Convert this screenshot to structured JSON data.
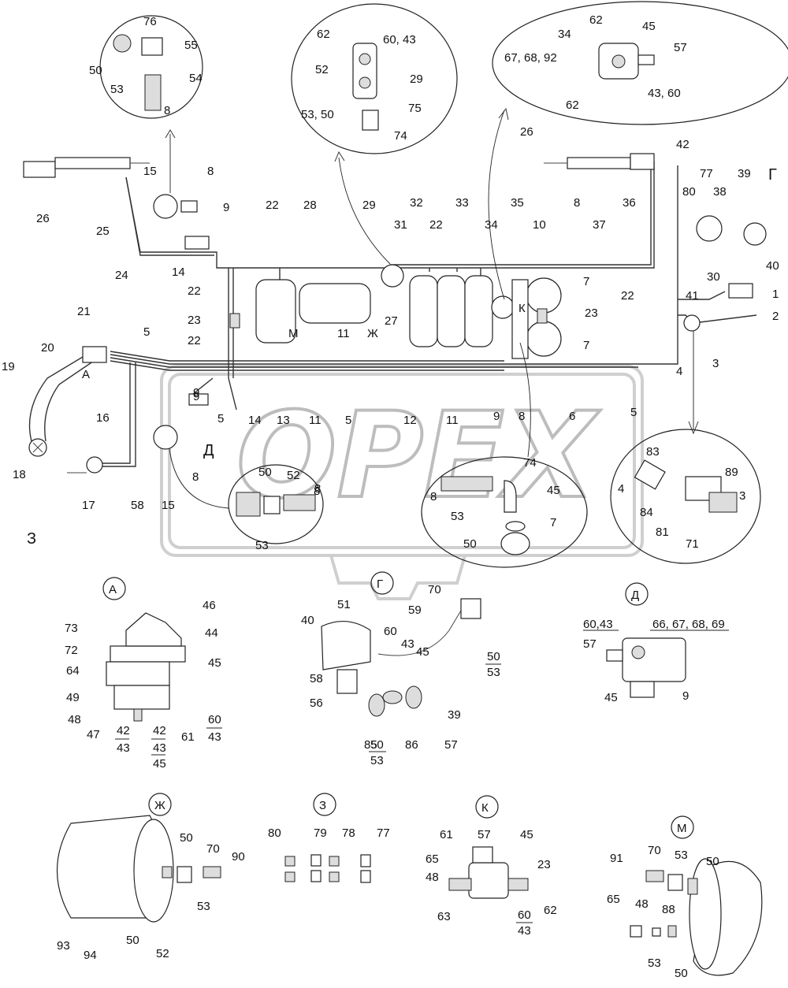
{
  "watermark": "OPEX",
  "callout_letters": [
    "А",
    "Г",
    "Д",
    "Ж",
    "З",
    "К",
    "М"
  ],
  "main_labels": [
    {
      "t": "26"
    },
    {
      "t": "15"
    },
    {
      "t": "8"
    },
    {
      "t": "9"
    },
    {
      "t": "25"
    },
    {
      "t": "24"
    },
    {
      "t": "14"
    },
    {
      "t": "22"
    },
    {
      "t": "28"
    },
    {
      "t": "29"
    },
    {
      "t": "31"
    },
    {
      "t": "32"
    },
    {
      "t": "22"
    },
    {
      "t": "33"
    },
    {
      "t": "35"
    },
    {
      "t": "34"
    },
    {
      "t": "10"
    },
    {
      "t": "8"
    },
    {
      "t": "26"
    },
    {
      "t": "42"
    },
    {
      "t": "77"
    },
    {
      "t": "38"
    },
    {
      "t": "39"
    },
    {
      "t": "Г"
    },
    {
      "t": "80"
    },
    {
      "t": "36"
    },
    {
      "t": "37"
    },
    {
      "t": "22"
    },
    {
      "t": "30"
    },
    {
      "t": "41"
    },
    {
      "t": "40"
    },
    {
      "t": "1"
    },
    {
      "t": "2"
    },
    {
      "t": "3"
    },
    {
      "t": "4"
    },
    {
      "t": "21"
    },
    {
      "t": "20"
    },
    {
      "t": "А"
    },
    {
      "t": "19"
    },
    {
      "t": "18"
    },
    {
      "t": "З"
    },
    {
      "t": "5"
    },
    {
      "t": "22"
    },
    {
      "t": "23"
    },
    {
      "t": "22"
    },
    {
      "t": "М"
    },
    {
      "t": "11"
    },
    {
      "t": "Ж"
    },
    {
      "t": "27"
    },
    {
      "t": "7"
    },
    {
      "t": "К"
    },
    {
      "t": "23"
    },
    {
      "t": "7"
    },
    {
      "t": "9"
    },
    {
      "t": "8"
    },
    {
      "t": "5"
    },
    {
      "t": "14"
    },
    {
      "t": "13"
    },
    {
      "t": "11"
    },
    {
      "t": "5"
    },
    {
      "t": "12"
    },
    {
      "t": "11"
    },
    {
      "t": "9"
    },
    {
      "t": "8"
    },
    {
      "t": "6"
    },
    {
      "t": "5"
    },
    {
      "t": "16"
    },
    {
      "t": "17"
    },
    {
      "t": "58"
    },
    {
      "t": "15"
    },
    {
      "t": "Д"
    },
    {
      "t": "8"
    },
    {
      "t": "9"
    }
  ],
  "zoom_tl": [
    "76",
    "55",
    "50",
    "53",
    "54",
    "8"
  ],
  "zoom_tc": [
    "62",
    "60, 43",
    "52",
    "29",
    "53, 50",
    "75",
    "74"
  ],
  "zoom_tr": [
    "62",
    "34",
    "45",
    "57",
    "67, 68, 92",
    "62",
    "43, 60"
  ],
  "zoom_d": [
    "50",
    "52",
    "8",
    "53"
  ],
  "zoom_k": [
    "74",
    "8",
    "45",
    "53",
    "7",
    "50"
  ],
  "zoom_r": [
    "83",
    "4",
    "89",
    "84",
    "3",
    "81",
    "71"
  ],
  "view_a": {
    "title": "А",
    "labels": [
      "46",
      "73",
      "44",
      "72",
      "64",
      "45",
      "49",
      "48",
      "47",
      "61"
    ],
    "fracs": [
      [
        "42",
        "43"
      ],
      [
        "42",
        "43",
        "45"
      ],
      [
        "60",
        "43"
      ]
    ]
  },
  "view_g": {
    "title": "Г",
    "labels": [
      "70",
      "51",
      "59",
      "40",
      "60",
      "43",
      "45",
      "58",
      "56",
      "39",
      "85",
      "86",
      "57"
    ],
    "fracs": [
      [
        "50",
        "53"
      ],
      [
        "50",
        "53"
      ]
    ]
  },
  "view_d": {
    "title": "Д",
    "labels": [
      "60,43",
      "66, 67, 68, 69",
      "57",
      "45",
      "9"
    ]
  },
  "view_zh": {
    "title": "Ж",
    "labels": [
      "50",
      "70",
      "90",
      "53",
      "50",
      "52",
      "93",
      "94"
    ]
  },
  "view_z": {
    "title": "З",
    "labels": [
      "80",
      "79",
      "78",
      "77"
    ]
  },
  "view_k": {
    "title": "К",
    "labels": [
      "61",
      "57",
      "45",
      "65",
      "48",
      "23",
      "63",
      "62"
    ],
    "fracs": [
      [
        "60",
        "43"
      ]
    ]
  },
  "view_m": {
    "title": "М",
    "labels": [
      "91",
      "70",
      "53",
      "50",
      "65",
      "48",
      "88",
      "53",
      "50"
    ]
  }
}
